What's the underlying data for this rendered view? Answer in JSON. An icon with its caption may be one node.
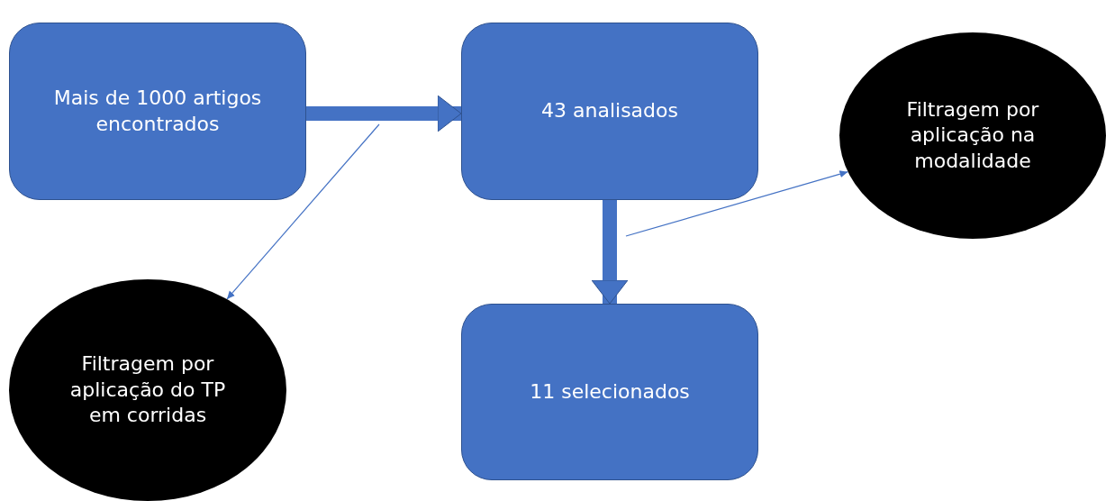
{
  "diagram": {
    "nodes": [
      {
        "text": [
          "Mais de 1000 artigos encontrados"
        ]
      },
      {
        "text": [
          "43 analisados"
        ]
      },
      {
        "text": [
          "Filtragem por aplicação na modalidade"
        ]
      },
      {
        "text": [
          "Filtragem por aplicação do TP em corridas"
        ]
      },
      {
        "text": [
          "11 selecionados"
        ]
      }
    ],
    "edges": [
      {
        "from": 0,
        "to": 1,
        "arrow": "to",
        "style": "thick"
      },
      {
        "from": 1,
        "to": 4,
        "arrow": "to",
        "style": "thick"
      },
      {
        "from": null,
        "to": 3,
        "arrow": "to"
      },
      {
        "from": null,
        "to": 2,
        "arrow": "to"
      }
    ]
  }
}
